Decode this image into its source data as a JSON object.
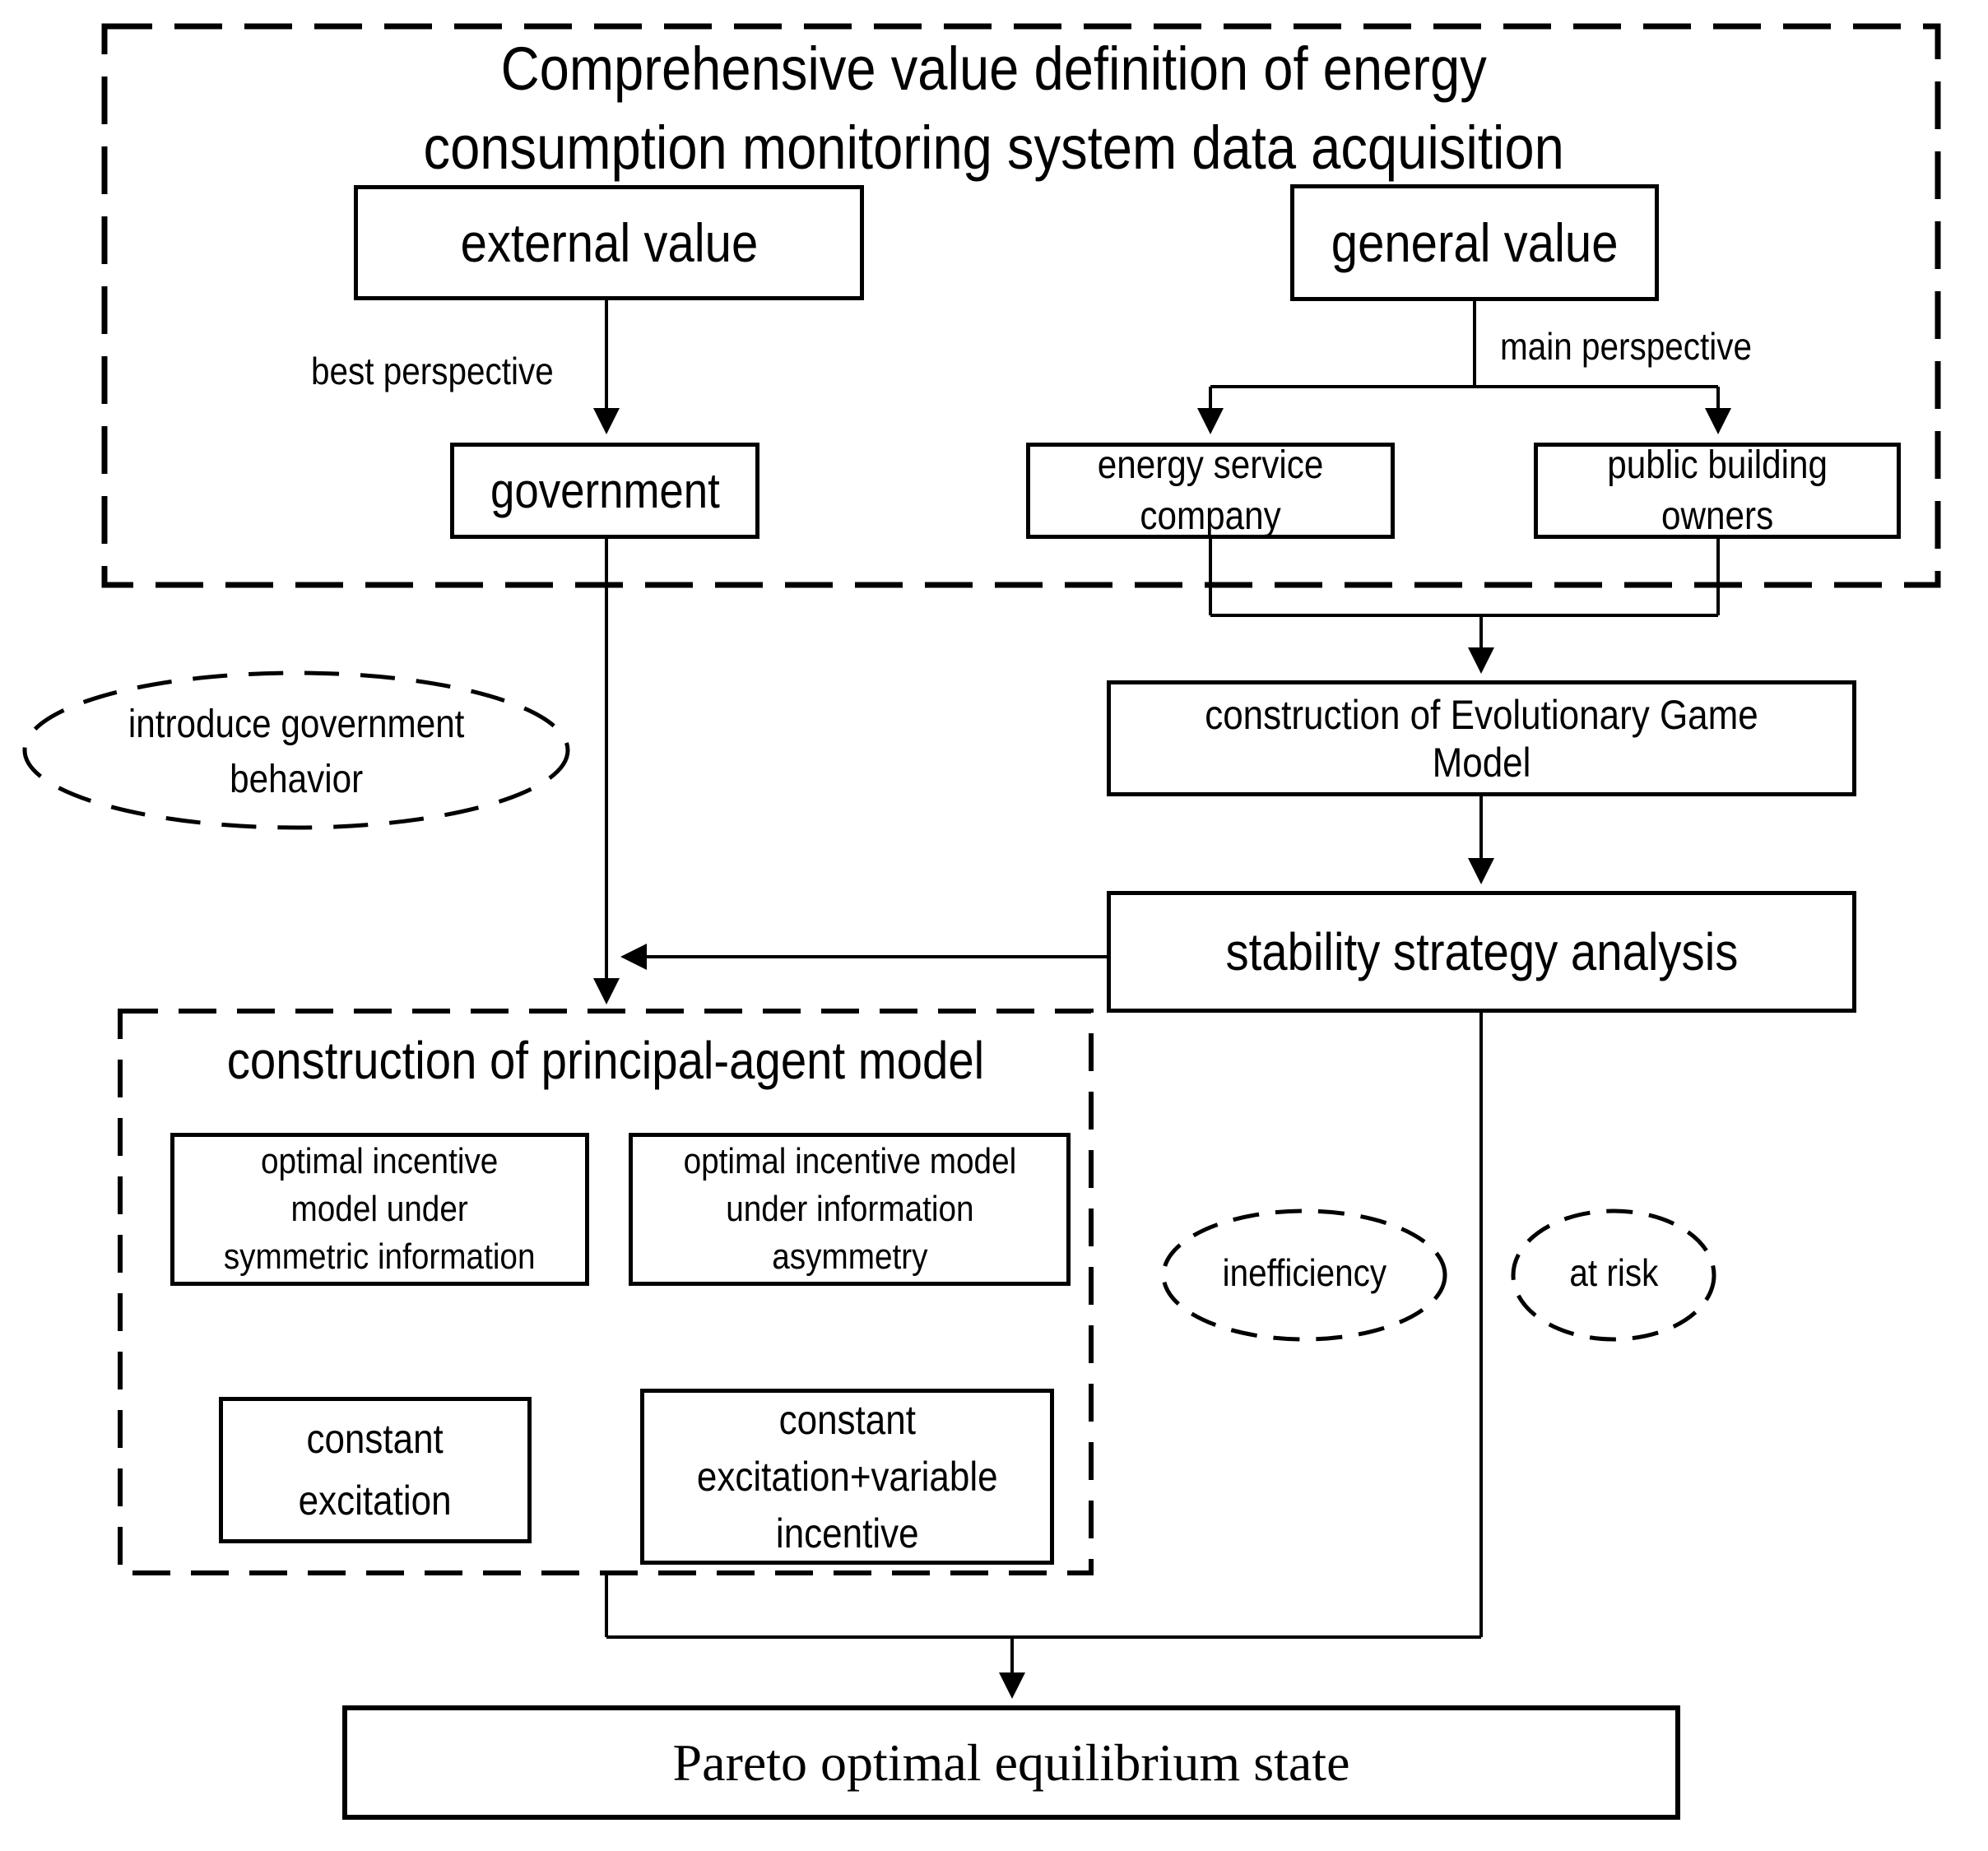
{
  "diagram": {
    "title": "Comprehensive value definition of energy\nconsumption monitoring system data acquisition",
    "boxes": {
      "external_value": "external value",
      "general_value": "general value",
      "government": "government",
      "energy_service_company": "energy service\ncompany",
      "public_building_owners": "public building\nowners",
      "evolutionary_game": "construction of Evolutionary Game Model",
      "stability_analysis": "stability strategy analysis",
      "principal_agent": "construction of principal-agent model",
      "optimal_symmetric": "optimal incentive\nmodel under\nsymmetric information",
      "optimal_asymmetric": "optimal incentive model\nunder information\nasymmetry",
      "constant_excitation": "constant\nexcitation",
      "constant_variable": "constant\nexcitation+variable\nincentive",
      "pareto": "Pareto optimal equilibrium state"
    },
    "labels": {
      "best_perspective": "best perspective",
      "main_perspective": "main perspective",
      "introduce_government_behavior": "introduce government\nbehavior",
      "inefficiency": "inefficiency",
      "at_risk": "at risk"
    },
    "colors": {
      "ink": "#000000",
      "paper": "#ffffff"
    }
  }
}
